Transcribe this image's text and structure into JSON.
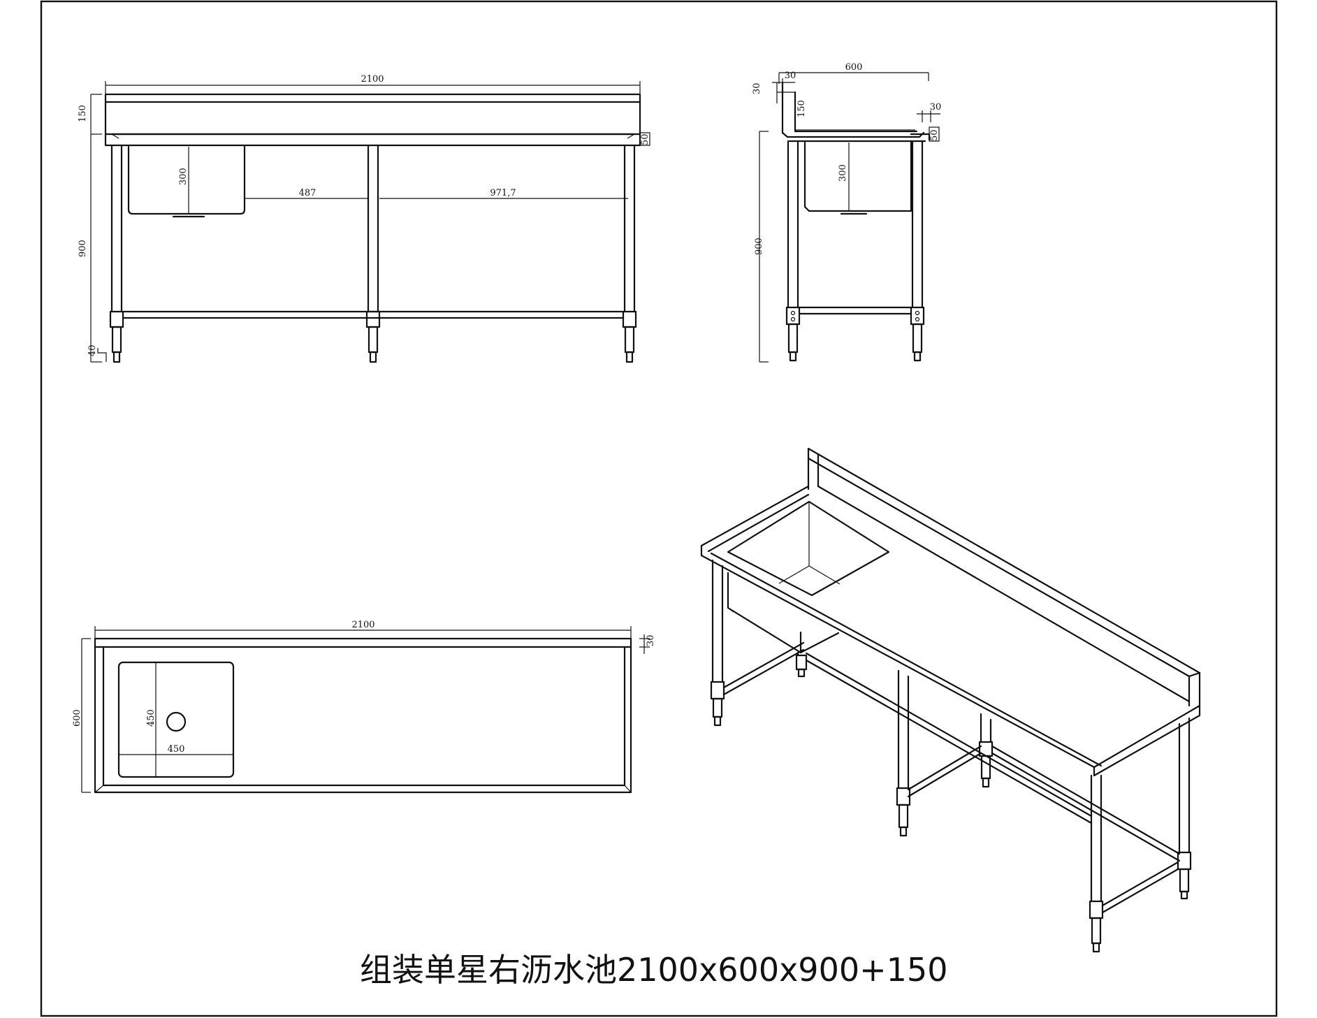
{
  "title": "组装单星右沥水池2100x600x900+150",
  "front_view": {
    "overall_length": "2100",
    "backsplash_height": "150",
    "leg_height": "900",
    "bowl_depth": "300",
    "span_left": "487",
    "span_right": "971,7",
    "edge_height": "50",
    "foot_height": "40"
  },
  "side_view": {
    "depth": "600",
    "top_thickness": "30",
    "front_lip": "30",
    "backsplash_height": "150",
    "edge_height": "50",
    "bowl_depth": "300",
    "leg_height": "900"
  },
  "top_view": {
    "overall_length": "2100",
    "depth": "600",
    "edge": "30",
    "bowl_width": "450",
    "bowl_length": "450"
  }
}
